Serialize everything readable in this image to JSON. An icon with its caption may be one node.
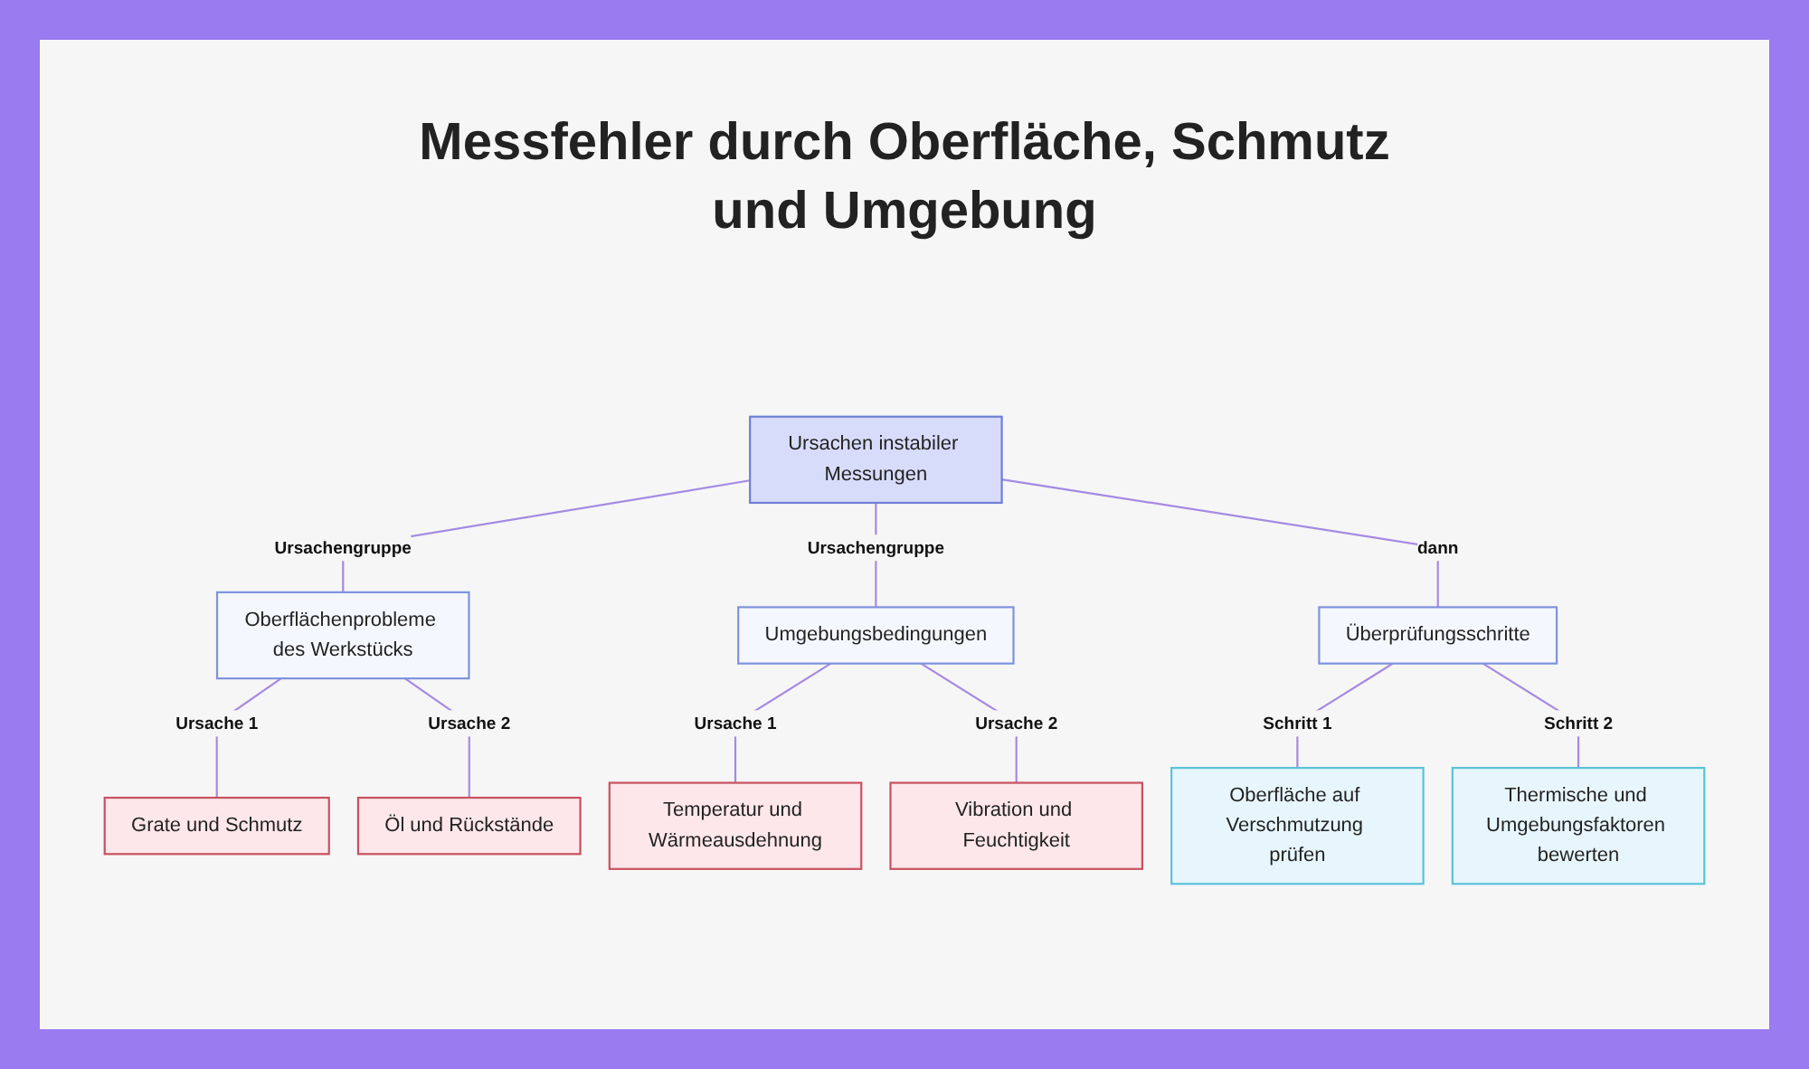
{
  "diagram": {
    "title": "Messfehler durch Oberfläche, Schmutz und Umgebung",
    "nodes": [
      {
        "text": [
          "Ursachen instabiler Messungen"
        ]
      },
      {
        "text": [
          "Oberflächenprobleme des Werkstücks"
        ]
      },
      {
        "text": [
          "Umgebungsbedingungen"
        ]
      },
      {
        "text": [
          "Überprüfungsschritte"
        ]
      },
      {
        "text": [
          "Grate und Schmutz"
        ]
      },
      {
        "text": [
          "Öl und Rückstände"
        ]
      },
      {
        "text": [
          "Temperatur und Wärmeausdehnung"
        ]
      },
      {
        "text": [
          "Vibration und Feuchtigkeit"
        ]
      },
      {
        "text": [
          "Oberfläche auf Verschmutzung prüfen"
        ]
      },
      {
        "text": [
          "Thermische und Umgebungsfaktoren bewerten"
        ]
      }
    ],
    "edges": [
      {
        "from": 0,
        "to": 1,
        "arrow": "none",
        "label": "Ursachengruppe"
      },
      {
        "from": 0,
        "to": 2,
        "arrow": "none",
        "label": "Ursachengruppe"
      },
      {
        "from": 0,
        "to": 3,
        "arrow": "none",
        "label": "dann"
      },
      {
        "from": 1,
        "to": 4,
        "arrow": "none",
        "label": "Ursache 1"
      },
      {
        "from": 1,
        "to": 5,
        "arrow": "none",
        "label": "Ursache 2"
      },
      {
        "from": 2,
        "to": 6,
        "arrow": "none",
        "label": "Ursache 1"
      },
      {
        "from": 2,
        "to": 7,
        "arrow": "none",
        "label": "Ursache 2"
      },
      {
        "from": 3,
        "to": 8,
        "arrow": "none",
        "label": "Schritt 1"
      },
      {
        "from": 3,
        "to": 9,
        "arrow": "none",
        "label": "Schritt 2"
      }
    ]
  }
}
